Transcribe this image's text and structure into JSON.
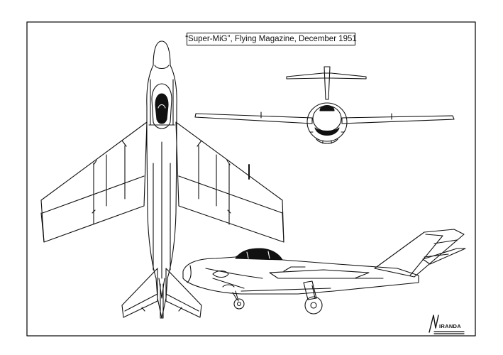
{
  "drawing": {
    "title": "“Super-MiG”,  Flying Magazine, December 1951",
    "views": [
      "plan-view",
      "front-view",
      "side-view"
    ],
    "logo_text": "IRANDA",
    "line_color": "#111111",
    "paper_color": "#ffffff"
  }
}
